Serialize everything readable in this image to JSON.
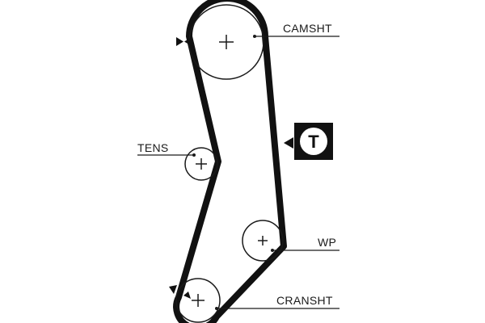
{
  "labels": {
    "camshaft": "CAMSHT",
    "tensioner": "TENS",
    "water_pump": "WP",
    "crankshaft": "CRANSHT"
  },
  "tension_badge": {
    "letter": "T"
  },
  "icons": [
    "rotation-arrow-icon",
    "tension-point-icon"
  ],
  "colors": {
    "belt": "#111111",
    "line": "#1a1a1a",
    "background": "#ffffff"
  }
}
